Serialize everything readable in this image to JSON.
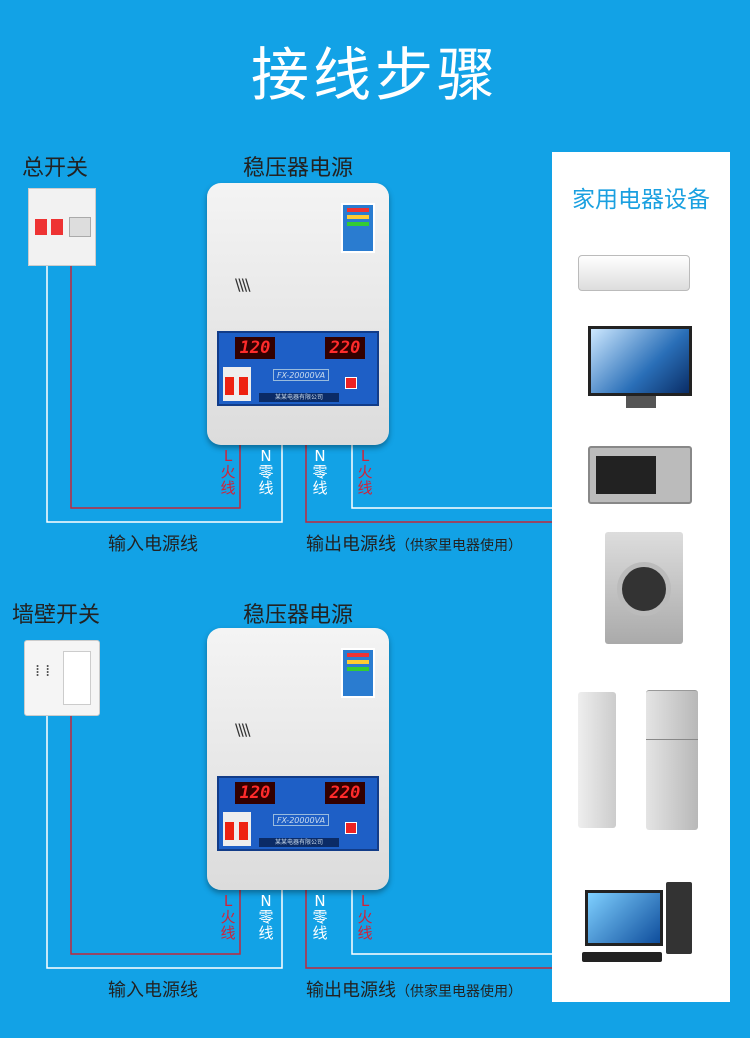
{
  "title": "接线步骤",
  "sections": [
    {
      "switch_label": "总开关",
      "regulator_label": "稳压器电源",
      "input_caption": "输入电源线",
      "output_caption": "输出电源线",
      "output_note": "（供家里电器使用）"
    },
    {
      "switch_label": "墙壁开关",
      "regulator_label": "稳压器电源",
      "input_caption": "输入电源线",
      "output_caption": "输出电源线",
      "output_note": "（供家里电器使用）"
    }
  ],
  "regulator": {
    "input_voltage": "120",
    "output_voltage": "220",
    "model": "FX-20000VA",
    "company": "某某电器有限公司"
  },
  "wire_labels": {
    "live_letter": "L",
    "live": "火线",
    "neutral_letter": "N",
    "neutral": "零线"
  },
  "appliances_title": "家用电器设备",
  "appliances": [
    "air-conditioner",
    "television",
    "microwave",
    "washing-machine",
    "standing-ac",
    "refrigerator",
    "desktop-computer"
  ],
  "colors": {
    "background": "#12a2e6",
    "live_wire": "#c0283c",
    "neutral_wire": "#ffffff"
  }
}
